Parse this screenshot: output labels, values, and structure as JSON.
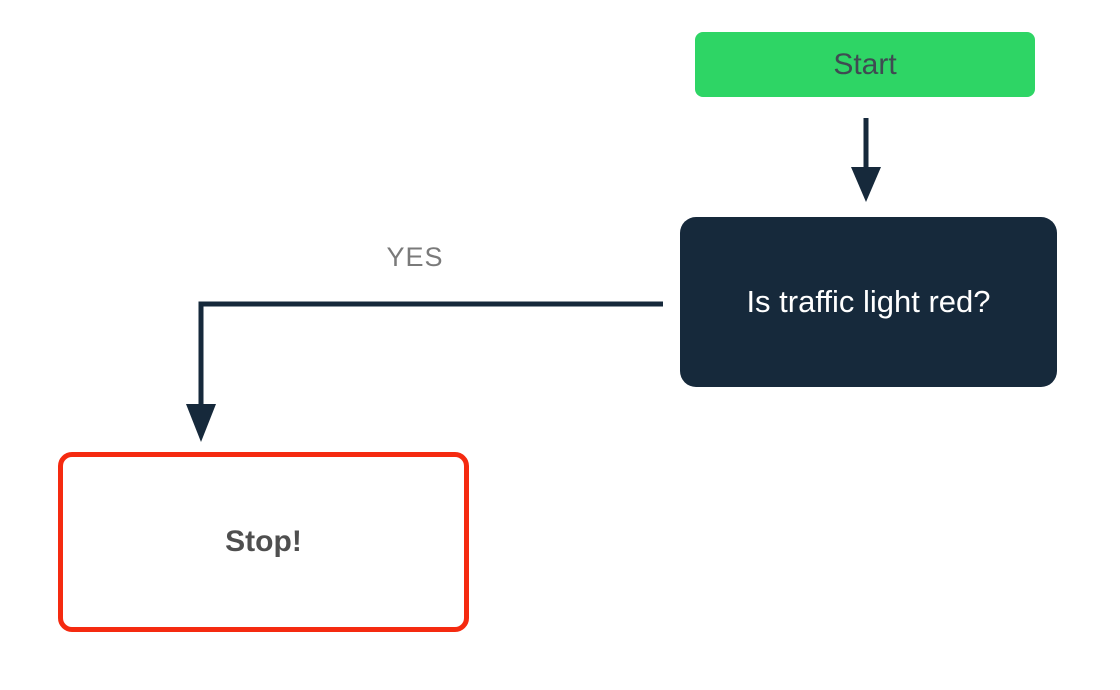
{
  "diagram": {
    "type": "flowchart",
    "background": "#FFFFFF",
    "connector_color": "#16293B",
    "nodes": {
      "start": {
        "label": "Start",
        "shape": "rounded-rectangle",
        "fill": "#2ED565",
        "text_color": "#3F4B52"
      },
      "decision": {
        "label": "Is traffic light red?",
        "shape": "rounded-rectangle",
        "fill": "#16293B",
        "text_color": "#FFFFFF"
      },
      "stop": {
        "label": "Stop!",
        "shape": "rounded-rectangle-outlined",
        "fill": "#FFFFFF",
        "border_color": "#F52A10",
        "text_color": "#4F4F4F"
      }
    },
    "edges": {
      "start_to_decision": {
        "from": "start",
        "to": "decision",
        "label": ""
      },
      "decision_to_stop": {
        "from": "decision",
        "to": "stop",
        "label": "YES",
        "label_color": "#7A7A7A"
      }
    }
  }
}
